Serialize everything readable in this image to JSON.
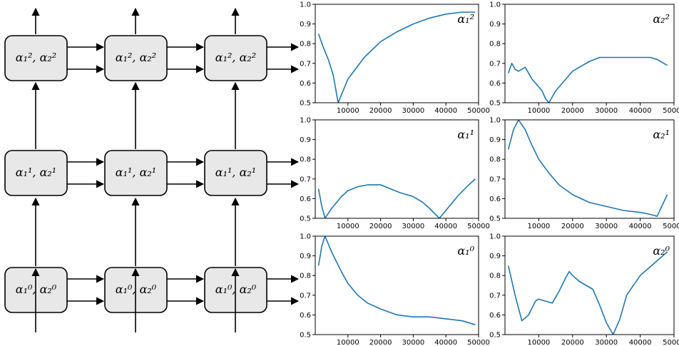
{
  "diagram": {
    "rows": [
      {
        "node_label": "α₁², α₂²"
      },
      {
        "node_label": "α₁¹, α₂¹"
      },
      {
        "node_label": "α₁⁰, α₂⁰"
      }
    ],
    "columns": 3
  },
  "chart_data": [
    {
      "type": "line",
      "title": "α₁²",
      "xlim": [
        0,
        50000
      ],
      "ylim": [
        0.5,
        1.0
      ],
      "x_ticks": [
        10000,
        20000,
        30000,
        40000,
        50000
      ],
      "y_ticks": [
        0.5,
        0.6,
        0.7,
        0.8,
        0.9,
        1.0
      ],
      "series": [
        {
          "x": [
            1000,
            2500,
            4000,
            5500,
            7000,
            10000,
            15000,
            20000,
            25000,
            30000,
            35000,
            40000,
            45000,
            49000
          ],
          "y": [
            0.85,
            0.78,
            0.72,
            0.64,
            0.5,
            0.62,
            0.73,
            0.81,
            0.86,
            0.9,
            0.93,
            0.95,
            0.96,
            0.96
          ]
        }
      ]
    },
    {
      "type": "line",
      "title": "α₂²",
      "xlim": [
        0,
        50000
      ],
      "ylim": [
        0.5,
        1.0
      ],
      "x_ticks": [
        10000,
        20000,
        30000,
        40000,
        50000
      ],
      "y_ticks": [
        0.5,
        0.6,
        0.7,
        0.8,
        0.9,
        1.0
      ],
      "series": [
        {
          "x": [
            1000,
            2000,
            3000,
            4000,
            6000,
            8000,
            10000,
            11000,
            12000,
            13000,
            15000,
            18000,
            20000,
            25000,
            28000,
            30000,
            33000,
            35000,
            40000,
            43000,
            45000,
            48000
          ],
          "y": [
            0.65,
            0.7,
            0.67,
            0.66,
            0.68,
            0.62,
            0.58,
            0.56,
            0.52,
            0.5,
            0.56,
            0.62,
            0.66,
            0.71,
            0.73,
            0.73,
            0.73,
            0.73,
            0.73,
            0.73,
            0.72,
            0.69
          ]
        }
      ]
    },
    {
      "type": "line",
      "title": "α₁¹",
      "xlim": [
        0,
        50000
      ],
      "ylim": [
        0.5,
        1.0
      ],
      "x_ticks": [
        10000,
        20000,
        30000,
        40000,
        50000
      ],
      "y_ticks": [
        0.5,
        0.6,
        0.7,
        0.8,
        0.9,
        1.0
      ],
      "series": [
        {
          "x": [
            1000,
            2000,
            3000,
            5000,
            8000,
            10000,
            13000,
            16000,
            18000,
            20000,
            23000,
            26000,
            30000,
            33000,
            35000,
            38000,
            41000,
            44000,
            47000,
            49000
          ],
          "y": [
            0.65,
            0.56,
            0.5,
            0.55,
            0.61,
            0.64,
            0.66,
            0.67,
            0.67,
            0.67,
            0.65,
            0.63,
            0.61,
            0.58,
            0.55,
            0.5,
            0.56,
            0.62,
            0.67,
            0.7
          ]
        }
      ]
    },
    {
      "type": "line",
      "title": "α₂¹",
      "xlim": [
        0,
        50000
      ],
      "ylim": [
        0.5,
        1.0
      ],
      "x_ticks": [
        10000,
        20000,
        30000,
        40000,
        50000
      ],
      "y_ticks": [
        0.5,
        0.6,
        0.7,
        0.8,
        0.9,
        1.0
      ],
      "series": [
        {
          "x": [
            1000,
            2500,
            4000,
            6000,
            8000,
            10000,
            13000,
            16000,
            20000,
            25000,
            30000,
            35000,
            40000,
            43000,
            45000,
            48000
          ],
          "y": [
            0.85,
            0.95,
            1.0,
            0.95,
            0.87,
            0.8,
            0.73,
            0.67,
            0.62,
            0.58,
            0.56,
            0.54,
            0.53,
            0.52,
            0.51,
            0.62
          ]
        }
      ]
    },
    {
      "type": "line",
      "title": "α₁⁰",
      "xlim": [
        0,
        50000
      ],
      "ylim": [
        0.5,
        1.0
      ],
      "x_ticks": [
        10000,
        20000,
        30000,
        40000,
        50000
      ],
      "y_ticks": [
        0.5,
        0.6,
        0.7,
        0.8,
        0.9,
        1.0
      ],
      "series": [
        {
          "x": [
            1000,
            2000,
            3000,
            5000,
            8000,
            10000,
            13000,
            16000,
            20000,
            25000,
            30000,
            35000,
            40000,
            45000,
            49000
          ],
          "y": [
            0.85,
            0.95,
            1.0,
            0.92,
            0.82,
            0.76,
            0.7,
            0.66,
            0.63,
            0.6,
            0.59,
            0.59,
            0.58,
            0.57,
            0.55
          ]
        }
      ]
    },
    {
      "type": "line",
      "title": "α₂⁰",
      "xlim": [
        0,
        50000
      ],
      "ylim": [
        0.5,
        1.0
      ],
      "x_ticks": [
        10000,
        20000,
        30000,
        40000,
        50000
      ],
      "y_ticks": [
        0.5,
        0.6,
        0.7,
        0.8,
        0.9,
        1.0
      ],
      "series": [
        {
          "x": [
            1000,
            3000,
            5000,
            7000,
            9000,
            10000,
            12000,
            14000,
            16000,
            18000,
            19000,
            20000,
            22000,
            24000,
            26000,
            28000,
            30000,
            32000,
            34000,
            36000,
            40000,
            44000,
            48000
          ],
          "y": [
            0.85,
            0.7,
            0.57,
            0.6,
            0.67,
            0.68,
            0.67,
            0.66,
            0.72,
            0.79,
            0.82,
            0.8,
            0.77,
            0.75,
            0.73,
            0.65,
            0.56,
            0.5,
            0.58,
            0.7,
            0.8,
            0.86,
            0.92
          ]
        }
      ]
    }
  ]
}
